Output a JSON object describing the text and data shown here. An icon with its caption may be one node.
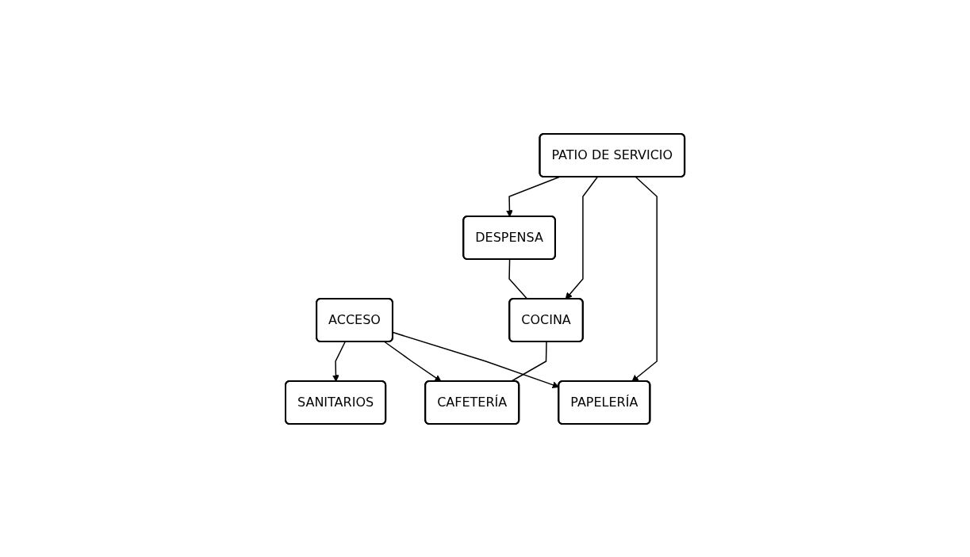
{
  "diagram": {
    "nodes": [
      {
        "text": [
          "ACCESO"
        ]
      },
      {
        "text": [
          "PATIO DE SERVICIO"
        ]
      },
      {
        "text": [
          "SANITARIOS"
        ]
      },
      {
        "text": [
          "DESPENSA"
        ]
      },
      {
        "text": [
          "COCINA"
        ]
      },
      {
        "text": [
          "CAFETERÍA"
        ]
      },
      {
        "text": [
          "PAPELERÍA"
        ]
      }
    ],
    "edges": [
      {
        "from": 0,
        "to": 2,
        "arrow": "to"
      },
      {
        "from": 0,
        "to": 5,
        "arrow": "to"
      },
      {
        "from": 0,
        "to": 6,
        "arrow": "to"
      },
      {
        "from": 1,
        "to": 3,
        "arrow": "to"
      },
      {
        "from": 1,
        "to": 4,
        "arrow": "to"
      },
      {
        "from": 1,
        "to": 6,
        "arrow": "to"
      },
      {
        "from": 3,
        "to": 4,
        "arrow": "none"
      },
      {
        "from": 4,
        "to": 5,
        "arrow": "none"
      }
    ]
  }
}
